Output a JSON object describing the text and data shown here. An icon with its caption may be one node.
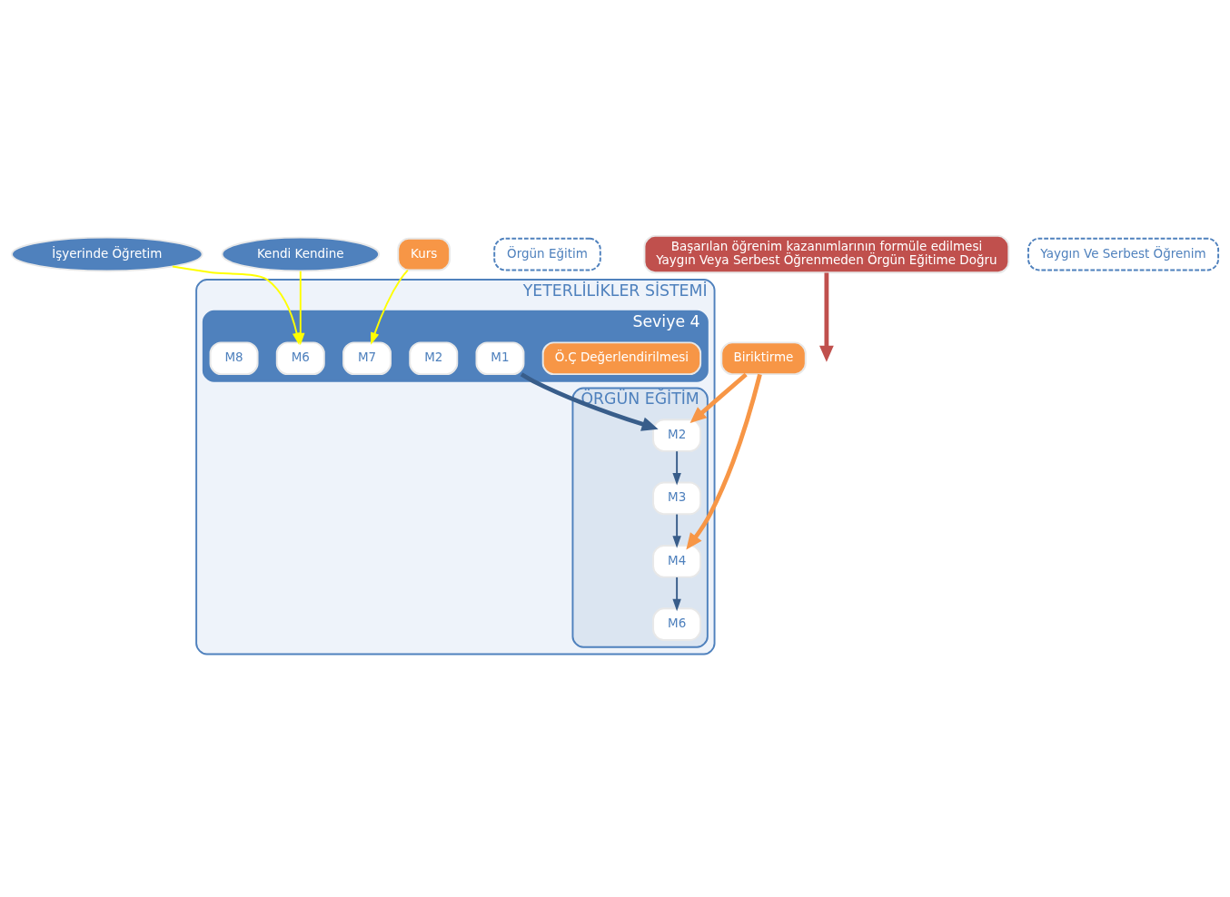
{
  "diagram": {
    "nodes": [
      {
        "text": [
          "YETERLİLİKLER SİSTEMİ"
        ]
      },
      {
        "text": [
          "Seviye 4"
        ],
        "in": 0
      },
      {
        "text": [
          "Ö.Ç Değerlendirilmesi"
        ],
        "in": 1
      },
      {
        "text": [
          "M1"
        ],
        "in": 1
      },
      {
        "text": [
          "M2"
        ],
        "in": 1
      },
      {
        "text": [
          "M6"
        ],
        "in": 1
      },
      {
        "text": [
          "M7"
        ],
        "in": 1
      },
      {
        "text": [
          "M8"
        ],
        "in": 1
      },
      {
        "text": [
          "ÖRGÜN EĞİTİM"
        ],
        "in": 0
      },
      {
        "text": [
          "M2"
        ],
        "in": 8
      },
      {
        "text": [
          "M3"
        ],
        "in": 8
      },
      {
        "text": [
          "M4"
        ],
        "in": 8
      },
      {
        "text": [
          "M6"
        ],
        "in": 8
      },
      {
        "text": [
          "Örgün Eğitim"
        ]
      },
      {
        "text": [
          "Biriktirme"
        ]
      },
      {
        "text": [
          "İşyerinde Öğretim"
        ]
      },
      {
        "text": [
          "Kendi Kendine"
        ]
      },
      {
        "text": [
          "Kurs"
        ]
      },
      {
        "text": [
          "Başarılan öğrenim kazanımlarının formüle edilmesi",
          "Yaygın Veya Serbest Öğrenmeden Örgün Eğitime Doğru"
        ]
      },
      {
        "text": [
          "Yaygın Ve Serbest Öğrenim"
        ]
      }
    ],
    "edges": [
      {
        "from": 15,
        "to": 5,
        "arrow": "to",
        "color": "#ffff00"
      },
      {
        "from": 16,
        "to": 5,
        "arrow": "to",
        "color": "#ffff00"
      },
      {
        "from": 17,
        "to": 6,
        "arrow": "to",
        "color": "#ffff00"
      },
      {
        "from": 3,
        "to": 9,
        "arrow": "to",
        "style": "thick"
      },
      {
        "from": 9,
        "to": 10,
        "arrow": "to"
      },
      {
        "from": 10,
        "to": 11,
        "arrow": "to"
      },
      {
        "from": 11,
        "to": 12,
        "arrow": "to"
      },
      {
        "from": 14,
        "to": 9,
        "arrow": "to",
        "style": "thick",
        "color": "#f79646"
      },
      {
        "from": 14,
        "to": 11,
        "arrow": "to",
        "style": "thick",
        "color": "#f79646"
      },
      {
        "from": 18,
        "to": null,
        "arrow": "to",
        "style": "thick",
        "color": "#c0504d"
      }
    ]
  }
}
